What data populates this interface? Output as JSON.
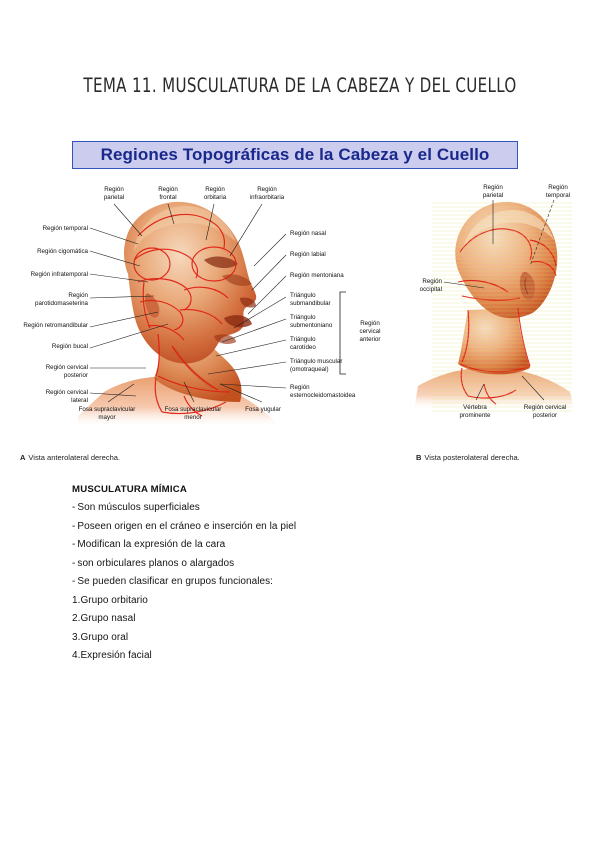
{
  "document": {
    "title": "TEMA 11. MUSCULATURA DE LA CABEZA Y DEL CUELLO",
    "heading_box": {
      "text": "Regiones Topográficas de la Cabeza y el Cuello",
      "border_color": "#3355bb",
      "background_color": "#ccccee",
      "text_color": "#18288c"
    }
  },
  "figures": [
    {
      "id": "A",
      "caption_letter": "A",
      "caption_text": "Vista anterolateral derecha.",
      "illustration": "head-anterolateral-right-view",
      "labels_top": [
        "Región\nparietal",
        "Región\nfrontal",
        "Región\norbitaria",
        "Región\ninfraorbitaria"
      ],
      "labels_left": [
        "Región temporal",
        "Región cigomática",
        "Región infratemporal",
        "Región\nparotidomaseterina",
        "Región retromandibular",
        "Región bucal",
        "Región cervical\nposterior",
        "Región cervical\nlateral"
      ],
      "labels_right": [
        "Región nasal",
        "Región labial",
        "Región mentoniana",
        "Triángulo\nsubmandibular",
        "Triángulo\nsubmentoniano",
        "Triángulo\ncarotídeo",
        "Triángulo muscular\n(omotraqueal)",
        "Región\nesternocleidomastoidea"
      ],
      "labels_bottom": [
        "Fosa supraclavicular\nmayor",
        "Fosa supraclavicular\nmenor",
        "Fosa yugular"
      ],
      "bracket_label": "Región\ncervical\nanterior"
    },
    {
      "id": "B",
      "caption_letter": "B",
      "caption_text": "Vista posterolateral derecha.",
      "illustration": "head-posterolateral-right-view",
      "labels_top": [
        "Región\nparietal",
        "Región\ntemporal"
      ],
      "labels_left": [
        "Región\noccipital"
      ],
      "labels_bottom": [
        "Vértebra\nprominente",
        "Región cervical\nposterior"
      ]
    }
  ],
  "notes": {
    "heading": "MUSCULATURA MÍMICA",
    "bullets": [
      "Son músculos superficiales",
      "Poseen origen en el cráneo e inserción en la piel",
      "Modifican la expresión de la cara",
      "son orbiculares planos o alargados",
      "Se pueden clasificar en grupos funcionales:"
    ],
    "bullet_marker": "-",
    "numbered": [
      "1.Grupo orbitario",
      "2.Grupo nasal",
      "3.Grupo oral",
      "4.Expresión facial"
    ]
  }
}
